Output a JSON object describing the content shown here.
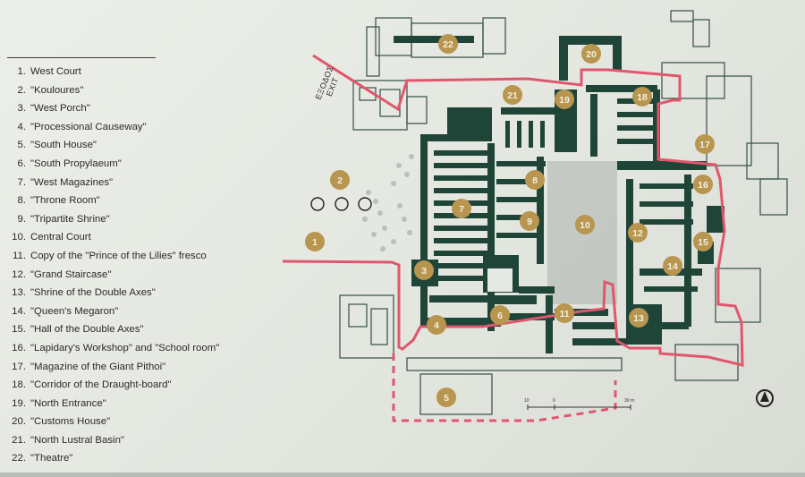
{
  "legend": [
    {
      "num": "1.",
      "label": "West Court"
    },
    {
      "num": "2.",
      "label": "\"Kouloures\""
    },
    {
      "num": "3.",
      "label": "\"West Porch\""
    },
    {
      "num": "4.",
      "label": "\"Processional Causeway\""
    },
    {
      "num": "5.",
      "label": "\"South House\""
    },
    {
      "num": "6.",
      "label": "\"South Propylaeum\""
    },
    {
      "num": "7.",
      "label": "\"West Magazines\""
    },
    {
      "num": "8.",
      "label": "\"Throne Room\""
    },
    {
      "num": "9.",
      "label": "\"Tripartite Shrine\""
    },
    {
      "num": "10.",
      "label": "Central Court"
    },
    {
      "num": "11.",
      "label": "Copy of the \"Prince of the Lilies\" fresco"
    },
    {
      "num": "12.",
      "label": "\"Grand Staircase\""
    },
    {
      "num": "13.",
      "label": "\"Shrine of the Double Axes\""
    },
    {
      "num": "14.",
      "label": "\"Queen's Megaron\""
    },
    {
      "num": "15.",
      "label": "\"Hall of the Double Axes\""
    },
    {
      "num": "16.",
      "label": "\"Lapidary's Workshop\" and \"School room\""
    },
    {
      "num": "17.",
      "label": "\"Magazine of the Giant Pithoi\""
    },
    {
      "num": "18.",
      "label": "\"Corridor of the Draught-board\""
    },
    {
      "num": "19.",
      "label": "\"North Entrance\""
    },
    {
      "num": "20.",
      "label": "\"Customs House\""
    },
    {
      "num": "21.",
      "label": "\"North Lustral Basin\""
    },
    {
      "num": "22.",
      "label": "\"Theatre\""
    }
  ],
  "markers": [
    "1",
    "2",
    "3",
    "4",
    "5",
    "6",
    "7",
    "8",
    "9",
    "10",
    "11",
    "12",
    "13",
    "14",
    "15",
    "16",
    "17",
    "18",
    "19",
    "20",
    "21",
    "22"
  ],
  "exit_label_greek": "ΕΞΟΔΟΣ",
  "exit_label_english": "EXIT",
  "scale_labels": [
    "10",
    "0",
    "30 m"
  ],
  "colors": {
    "marker_fill": "#b8964f",
    "route_line": "#e0576d",
    "walls": "#1f4438",
    "background": "#e6e8e3"
  },
  "icons": {
    "north_arrow": "north-arrow-icon"
  }
}
